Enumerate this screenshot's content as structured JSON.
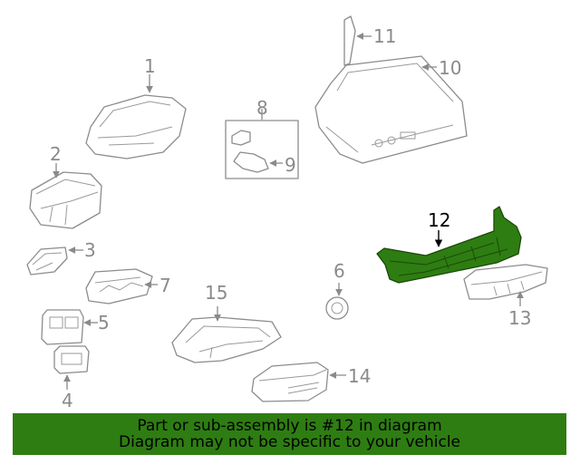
{
  "diagram": {
    "callouts": [
      "1",
      "2",
      "3",
      "4",
      "5",
      "6",
      "7",
      "8",
      "9",
      "10",
      "11",
      "12",
      "13",
      "14",
      "15"
    ],
    "highlighted_part": "12"
  },
  "banner": {
    "line1": "Part or sub-assembly is #12 in diagram",
    "line2": "Diagram may not be specific to your vehicle"
  },
  "colors": {
    "highlight": "#2e7d12",
    "banner_background": "#2e7d12",
    "line_art": "#8c8c8c"
  }
}
